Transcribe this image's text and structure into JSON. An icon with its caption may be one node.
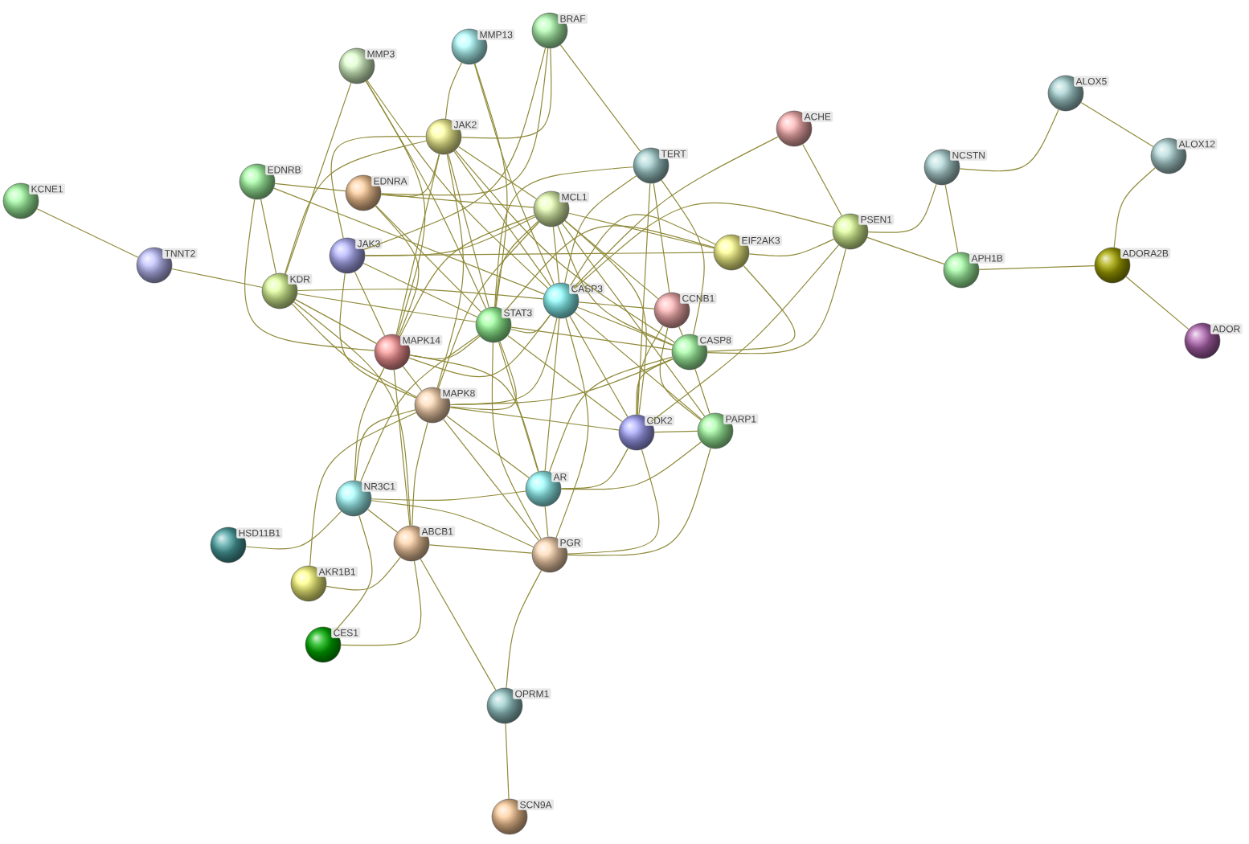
{
  "diagram": {
    "nodes": [
      {
        "text": [
          "KCNE1"
        ]
      },
      {
        "text": [
          "TNNT2"
        ]
      },
      {
        "text": [
          "KDR"
        ]
      },
      {
        "text": [
          "EDNRB"
        ]
      },
      {
        "text": [
          "MMP3"
        ]
      },
      {
        "text": [
          "MMP13"
        ]
      },
      {
        "text": [
          "BRAF"
        ]
      },
      {
        "text": [
          "JAK2"
        ]
      },
      {
        "text": [
          "EDNRA"
        ]
      },
      {
        "text": [
          "JAK3"
        ]
      },
      {
        "text": [
          "MCL1"
        ]
      },
      {
        "text": [
          "TERT"
        ]
      },
      {
        "text": [
          "ACHE"
        ]
      },
      {
        "text": [
          "NCSTN"
        ]
      },
      {
        "text": [
          "ALOX5"
        ]
      },
      {
        "text": [
          "ALOX12"
        ]
      },
      {
        "text": [
          "PSEN1"
        ]
      },
      {
        "text": [
          "APH1B"
        ]
      },
      {
        "text": [
          "ADORA2B"
        ]
      },
      {
        "text": [
          "ADOR"
        ]
      },
      {
        "text": [
          "EIF2AK3"
        ]
      },
      {
        "text": [
          "CASP3"
        ]
      },
      {
        "text": [
          "STAT3"
        ]
      },
      {
        "text": [
          "MAPK14"
        ]
      },
      {
        "text": [
          "CCNB1"
        ]
      },
      {
        "text": [
          "CASP8"
        ]
      },
      {
        "text": [
          "MAPK8"
        ]
      },
      {
        "text": [
          "CDK2"
        ]
      },
      {
        "text": [
          "PARP1"
        ]
      },
      {
        "text": [
          "NR3C1"
        ]
      },
      {
        "text": [
          "AR"
        ]
      },
      {
        "text": [
          "HSD11B1"
        ]
      },
      {
        "text": [
          "ABCB1"
        ]
      },
      {
        "text": [
          "PGR"
        ]
      },
      {
        "text": [
          "AKR1B1"
        ]
      },
      {
        "text": [
          "CES1"
        ]
      },
      {
        "text": [
          "OPRM1"
        ]
      },
      {
        "text": [
          "SCN9A"
        ]
      }
    ],
    "edges": [
      {
        "from": 0,
        "to": 1,
        "arrow": "none"
      },
      {
        "from": 1,
        "to": 2,
        "arrow": "none"
      },
      {
        "from": 2,
        "to": 3,
        "arrow": "none"
      },
      {
        "from": 2,
        "to": 4,
        "arrow": "none"
      },
      {
        "from": 2,
        "to": 7,
        "arrow": "none"
      },
      {
        "from": 2,
        "to": 23,
        "arrow": "none"
      },
      {
        "from": 2,
        "to": 22,
        "arrow": "none"
      },
      {
        "from": 2,
        "to": 21,
        "arrow": "none"
      },
      {
        "from": 2,
        "to": 26,
        "arrow": "none"
      },
      {
        "from": 2,
        "to": 32,
        "arrow": "none"
      },
      {
        "from": 3,
        "to": 8,
        "arrow": "none"
      },
      {
        "from": 3,
        "to": 23,
        "arrow": "none"
      },
      {
        "from": 3,
        "to": 21,
        "arrow": "none"
      },
      {
        "from": 4,
        "to": 22,
        "arrow": "none"
      },
      {
        "from": 4,
        "to": 23,
        "arrow": "none"
      },
      {
        "from": 4,
        "to": 21,
        "arrow": "none"
      },
      {
        "from": 5,
        "to": 7,
        "arrow": "none"
      },
      {
        "from": 5,
        "to": 22,
        "arrow": "none"
      },
      {
        "from": 5,
        "to": 21,
        "arrow": "none"
      },
      {
        "from": 6,
        "to": 7,
        "arrow": "none"
      },
      {
        "from": 6,
        "to": 11,
        "arrow": "none"
      },
      {
        "from": 6,
        "to": 8,
        "arrow": "none"
      },
      {
        "from": 6,
        "to": 9,
        "arrow": "none"
      },
      {
        "from": 7,
        "to": 8,
        "arrow": "none"
      },
      {
        "from": 7,
        "to": 9,
        "arrow": "none"
      },
      {
        "from": 7,
        "to": 22,
        "arrow": "none"
      },
      {
        "from": 7,
        "to": 23,
        "arrow": "none"
      },
      {
        "from": 7,
        "to": 26,
        "arrow": "none"
      },
      {
        "from": 7,
        "to": 21,
        "arrow": "none"
      },
      {
        "from": 7,
        "to": 10,
        "arrow": "none"
      },
      {
        "from": 7,
        "to": 25,
        "arrow": "none"
      },
      {
        "from": 8,
        "to": 23,
        "arrow": "none"
      },
      {
        "from": 8,
        "to": 10,
        "arrow": "none"
      },
      {
        "from": 8,
        "to": 22,
        "arrow": "none"
      },
      {
        "from": 9,
        "to": 22,
        "arrow": "none"
      },
      {
        "from": 9,
        "to": 10,
        "arrow": "none"
      },
      {
        "from": 9,
        "to": 23,
        "arrow": "none"
      },
      {
        "from": 9,
        "to": 26,
        "arrow": "none"
      },
      {
        "from": 9,
        "to": 20,
        "arrow": "none"
      },
      {
        "from": 10,
        "to": 22,
        "arrow": "none"
      },
      {
        "from": 10,
        "to": 21,
        "arrow": "none"
      },
      {
        "from": 10,
        "to": 25,
        "arrow": "none"
      },
      {
        "from": 10,
        "to": 20,
        "arrow": "none"
      },
      {
        "from": 10,
        "to": 23,
        "arrow": "none"
      },
      {
        "from": 10,
        "to": 26,
        "arrow": "none"
      },
      {
        "from": 10,
        "to": 24,
        "arrow": "none"
      },
      {
        "from": 10,
        "to": 27,
        "arrow": "none"
      },
      {
        "from": 10,
        "to": 28,
        "arrow": "none"
      },
      {
        "from": 11,
        "to": 21,
        "arrow": "none"
      },
      {
        "from": 11,
        "to": 25,
        "arrow": "none"
      },
      {
        "from": 11,
        "to": 27,
        "arrow": "none"
      },
      {
        "from": 11,
        "to": 22,
        "arrow": "none"
      },
      {
        "from": 11,
        "to": 24,
        "arrow": "none"
      },
      {
        "from": 12,
        "to": 16,
        "arrow": "none"
      },
      {
        "from": 12,
        "to": 21,
        "arrow": "none"
      },
      {
        "from": 16,
        "to": 13,
        "arrow": "none"
      },
      {
        "from": 16,
        "to": 17,
        "arrow": "none"
      },
      {
        "from": 13,
        "to": 17,
        "arrow": "none"
      },
      {
        "from": 13,
        "to": 14,
        "arrow": "none"
      },
      {
        "from": 14,
        "to": 15,
        "arrow": "none"
      },
      {
        "from": 15,
        "to": 18,
        "arrow": "none"
      },
      {
        "from": 17,
        "to": 18,
        "arrow": "none"
      },
      {
        "from": 18,
        "to": 19,
        "arrow": "none"
      },
      {
        "from": 16,
        "to": 20,
        "arrow": "none"
      },
      {
        "from": 16,
        "to": 25,
        "arrow": "none"
      },
      {
        "from": 16,
        "to": 21,
        "arrow": "none"
      },
      {
        "from": 16,
        "to": 27,
        "arrow": "none"
      },
      {
        "from": 20,
        "to": 21,
        "arrow": "none"
      },
      {
        "from": 20,
        "to": 22,
        "arrow": "none"
      },
      {
        "from": 20,
        "to": 25,
        "arrow": "none"
      },
      {
        "from": 21,
        "to": 22,
        "arrow": "none"
      },
      {
        "from": 21,
        "to": 24,
        "arrow": "none"
      },
      {
        "from": 21,
        "to": 25,
        "arrow": "none"
      },
      {
        "from": 21,
        "to": 27,
        "arrow": "none"
      },
      {
        "from": 21,
        "to": 28,
        "arrow": "none"
      },
      {
        "from": 21,
        "to": 23,
        "arrow": "none"
      },
      {
        "from": 21,
        "to": 26,
        "arrow": "none"
      },
      {
        "from": 21,
        "to": 30,
        "arrow": "none"
      },
      {
        "from": 21,
        "to": 33,
        "arrow": "none"
      },
      {
        "from": 22,
        "to": 23,
        "arrow": "none"
      },
      {
        "from": 22,
        "to": 26,
        "arrow": "none"
      },
      {
        "from": 22,
        "to": 25,
        "arrow": "none"
      },
      {
        "from": 22,
        "to": 27,
        "arrow": "none"
      },
      {
        "from": 22,
        "to": 30,
        "arrow": "none"
      },
      {
        "from": 22,
        "to": 33,
        "arrow": "none"
      },
      {
        "from": 22,
        "to": 29,
        "arrow": "none"
      },
      {
        "from": 23,
        "to": 26,
        "arrow": "none"
      },
      {
        "from": 23,
        "to": 29,
        "arrow": "none"
      },
      {
        "from": 23,
        "to": 32,
        "arrow": "none"
      },
      {
        "from": 23,
        "to": 30,
        "arrow": "none"
      },
      {
        "from": 26,
        "to": 29,
        "arrow": "none"
      },
      {
        "from": 26,
        "to": 32,
        "arrow": "none"
      },
      {
        "from": 26,
        "to": 33,
        "arrow": "none"
      },
      {
        "from": 26,
        "to": 30,
        "arrow": "none"
      },
      {
        "from": 26,
        "to": 25,
        "arrow": "none"
      },
      {
        "from": 26,
        "to": 27,
        "arrow": "none"
      },
      {
        "from": 26,
        "to": 34,
        "arrow": "none"
      },
      {
        "from": 24,
        "to": 25,
        "arrow": "none"
      },
      {
        "from": 24,
        "to": 27,
        "arrow": "none"
      },
      {
        "from": 24,
        "to": 28,
        "arrow": "none"
      },
      {
        "from": 25,
        "to": 27,
        "arrow": "none"
      },
      {
        "from": 25,
        "to": 28,
        "arrow": "none"
      },
      {
        "from": 25,
        "to": 30,
        "arrow": "none"
      },
      {
        "from": 27,
        "to": 28,
        "arrow": "none"
      },
      {
        "from": 27,
        "to": 30,
        "arrow": "none"
      },
      {
        "from": 27,
        "to": 33,
        "arrow": "none"
      },
      {
        "from": 28,
        "to": 30,
        "arrow": "none"
      },
      {
        "from": 28,
        "to": 33,
        "arrow": "none"
      },
      {
        "from": 29,
        "to": 31,
        "arrow": "none"
      },
      {
        "from": 29,
        "to": 30,
        "arrow": "none"
      },
      {
        "from": 29,
        "to": 33,
        "arrow": "none"
      },
      {
        "from": 29,
        "to": 32,
        "arrow": "none"
      },
      {
        "from": 29,
        "to": 35,
        "arrow": "none"
      },
      {
        "from": 30,
        "to": 33,
        "arrow": "none"
      },
      {
        "from": 32,
        "to": 34,
        "arrow": "none"
      },
      {
        "from": 32,
        "to": 35,
        "arrow": "none"
      },
      {
        "from": 32,
        "to": 33,
        "arrow": "none"
      },
      {
        "from": 32,
        "to": 36,
        "arrow": "none"
      },
      {
        "from": 33,
        "to": 36,
        "arrow": "none"
      },
      {
        "from": 36,
        "to": 37,
        "arrow": "none"
      }
    ]
  }
}
